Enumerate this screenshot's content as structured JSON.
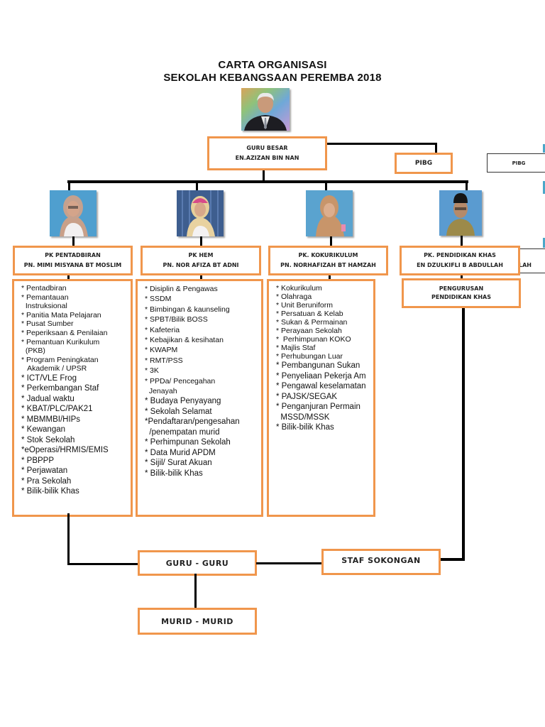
{
  "title": {
    "line1": "CARTA ORGANISASI",
    "line2": "SEKOLAH KEBANGSAAN PEREMBA 2018"
  },
  "head": {
    "photo": "portrait-photo-guru-besar",
    "role": "GURU BESAR",
    "name": "EN.AZIZAN BIN NAN"
  },
  "pibg": {
    "label": "PIBG"
  },
  "side_fragment": {
    "pibg_label": "PIBG",
    "cut_text": "LAH"
  },
  "deputies": [
    {
      "role": "PK PENTADBIRAN",
      "name": "PN. MIMI MISYANA BT MOSLIM",
      "photo": "portrait-photo-pk-pentadbiran",
      "duties": [
        "* Pentadbiran",
        "* Pemantauan",
        "  Instruksional",
        "* Panitia Mata Pelajaran",
        "* Pusat Sumber",
        "* Peperiksaan & Penilaian",
        "* Pemantuan Kurikulum",
        "  (PKB)",
        "* Program Peningkatan",
        "   Akademik / UPSR",
        "* ICT/VLE Frog",
        "* Perkembangan Staf",
        "* Jadual waktu",
        "* KBAT/PLC/PAK21",
        "* MBMMBI/HIPs",
        "* Kewangan",
        "* Stok Sekolah",
        "*eOperasi/HRMIS/EMIS",
        "* PBPPP",
        "* Perjawatan",
        "* Pra Sekolah",
        "* Bilik-bilik Khas"
      ]
    },
    {
      "role": "PK HEM",
      "name": "PN. NOR AFIZA BT ADNI",
      "photo": "portrait-photo-pk-hem",
      "duties": [
        "* Disiplin & Pengawas",
        "* SSDM",
        "* Bimbingan & kaunseling",
        "* SPBT/Bilik BOSS",
        "* Kafeteria",
        "* Kebajikan & kesihatan",
        "* KWAPM",
        "* RMT/PSS",
        "* 3K",
        "* PPDa/ Pencegahan",
        "  Jenayah",
        "* Budaya Penyayang",
        "* Sekolah Selamat",
        "*Pendaftaran/pengesahan",
        "  /penempatan murid",
        "* Perhimpunan Sekolah",
        "* Data Murid APDM",
        "* Sijil/ Surat Akuan",
        "* Bilik-bilik Khas"
      ]
    },
    {
      "role": "PK. KOKURIKULUM",
      "name": "PN. NORHAFIZAH BT HAMZAH",
      "photo": "portrait-photo-pk-kokurikulum",
      "duties": [
        "* Kokurikulum",
        "* Olahraga",
        "* Unit Beruniform",
        "* Persatuan & Kelab",
        "* Sukan & Permainan",
        "* Perayaan Sekolah",
        "*  Perhimpunan KOKO",
        "* Majlis Staf",
        "* Perhubungan Luar",
        "* Pembangunan Sukan",
        "* Penyeliaan Pekerja Am",
        "* Pengawal keselamatan",
        "* PAJSK/SEGAK",
        "* Penganjuran Permain",
        "  MSSD/MSSK",
        "* Bilik-bilik Khas"
      ]
    },
    {
      "role": "PK. PENDIDIKAN KHAS",
      "name": "EN DZULKIFLI B ABDULLAH",
      "photo": "portrait-photo-pk-pendidikan-khas",
      "sub_box": {
        "line1": "PENGURUSAN",
        "line2": "PENDIDIKAN KHAS"
      }
    }
  ],
  "bottom": {
    "teachers": "GURU - GURU",
    "support_staff": "STAF SOKONGAN",
    "students": "MURID - MURID"
  },
  "colors": {
    "box_border": "#f0964c",
    "connector": "#000000"
  }
}
